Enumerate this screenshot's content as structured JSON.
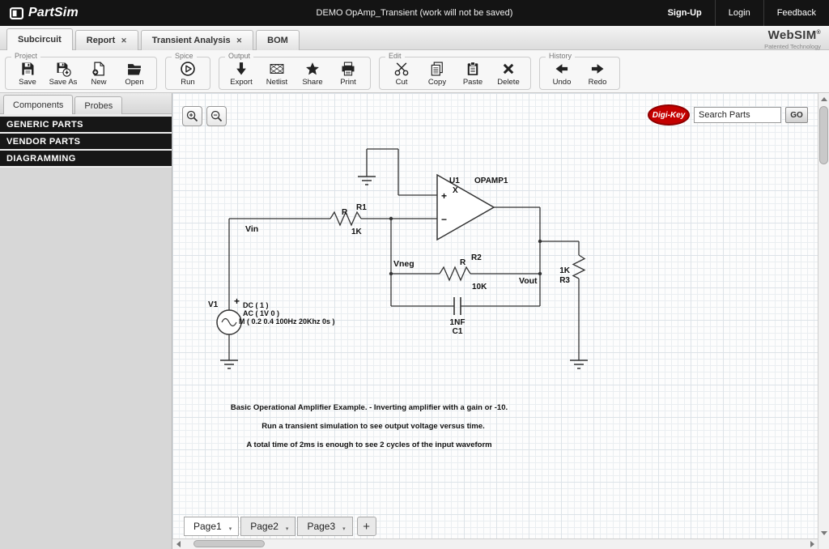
{
  "topbar": {
    "logo": "PartSim",
    "title": "DEMO OpAmp_Transient (work will not be saved)",
    "signup": "Sign-Up",
    "login": "Login",
    "feedback": "Feedback"
  },
  "ui": {
    "close": "✕",
    "caret": "▾"
  },
  "doc_tabs": [
    {
      "label": "Subcircuit"
    },
    {
      "label": "Report"
    },
    {
      "label": "Transient Analysis"
    },
    {
      "label": "BOM"
    }
  ],
  "brand": {
    "name": "WebSIM",
    "reg": "®",
    "tagline": "Patented Technology"
  },
  "toolbar": {
    "groups": [
      {
        "label": "Project",
        "buttons": [
          {
            "label": "Save"
          },
          {
            "label": "Save As"
          },
          {
            "label": "New"
          },
          {
            "label": "Open"
          }
        ]
      },
      {
        "label": "Spice",
        "buttons": [
          {
            "label": "Run"
          }
        ]
      },
      {
        "label": "Output",
        "buttons": [
          {
            "label": "Export"
          },
          {
            "label": "Netlist"
          },
          {
            "label": "Share"
          },
          {
            "label": "Print"
          }
        ]
      },
      {
        "label": "Edit",
        "buttons": [
          {
            "label": "Cut"
          },
          {
            "label": "Copy"
          },
          {
            "label": "Paste"
          },
          {
            "label": "Delete"
          }
        ]
      },
      {
        "label": "History",
        "buttons": [
          {
            "label": "Undo"
          },
          {
            "label": "Redo"
          }
        ]
      }
    ]
  },
  "sidebar": {
    "tabs": [
      {
        "label": "Components"
      },
      {
        "label": "Probes"
      }
    ],
    "sections": [
      {
        "label": "GENERIC PARTS"
      },
      {
        "label": "VENDOR PARTS"
      },
      {
        "label": "DIAGRAMMING"
      }
    ]
  },
  "canvas": {
    "digikey": {
      "logo": "Digi-Key",
      "search_placeholder": "Search Parts",
      "go": "GO"
    },
    "annotations": [
      "Basic Operational Amplifier Example. - Inverting amplifier with a gain or -10.",
      "Run a transient simulation to see output voltage versus time.",
      "A total time of 2ms is enough to see 2 cycles of the input waveform"
    ],
    "pages": [
      {
        "label": "Page1"
      },
      {
        "label": "Page2"
      },
      {
        "label": "Page3"
      }
    ],
    "add_page": "+"
  },
  "circuit": {
    "opamp": {
      "ref": "U1",
      "pin": "X",
      "part": "OPAMP1",
      "plus": "+",
      "minus": "−"
    },
    "r1": {
      "prefix": "R",
      "ref": "R1",
      "value": "1K"
    },
    "r2": {
      "prefix": "R",
      "ref": "R2",
      "value": "10K"
    },
    "r3": {
      "value": "1K",
      "ref": "R3"
    },
    "c1": {
      "value": "1NF",
      "ref": "C1"
    },
    "v1": {
      "ref": "V1",
      "plus": "+",
      "line1": "DC ( 1 )",
      "line2": "AC ( 1V 0 )",
      "line3": "M ( 0.2 0.4 100Hz 20Khz 0s )"
    },
    "net_vin": "Vin",
    "net_vneg": "Vneg",
    "net_vout": "Vout"
  },
  "colors": {
    "accent_red": "#c40000",
    "topbar_bg": "#141414"
  }
}
